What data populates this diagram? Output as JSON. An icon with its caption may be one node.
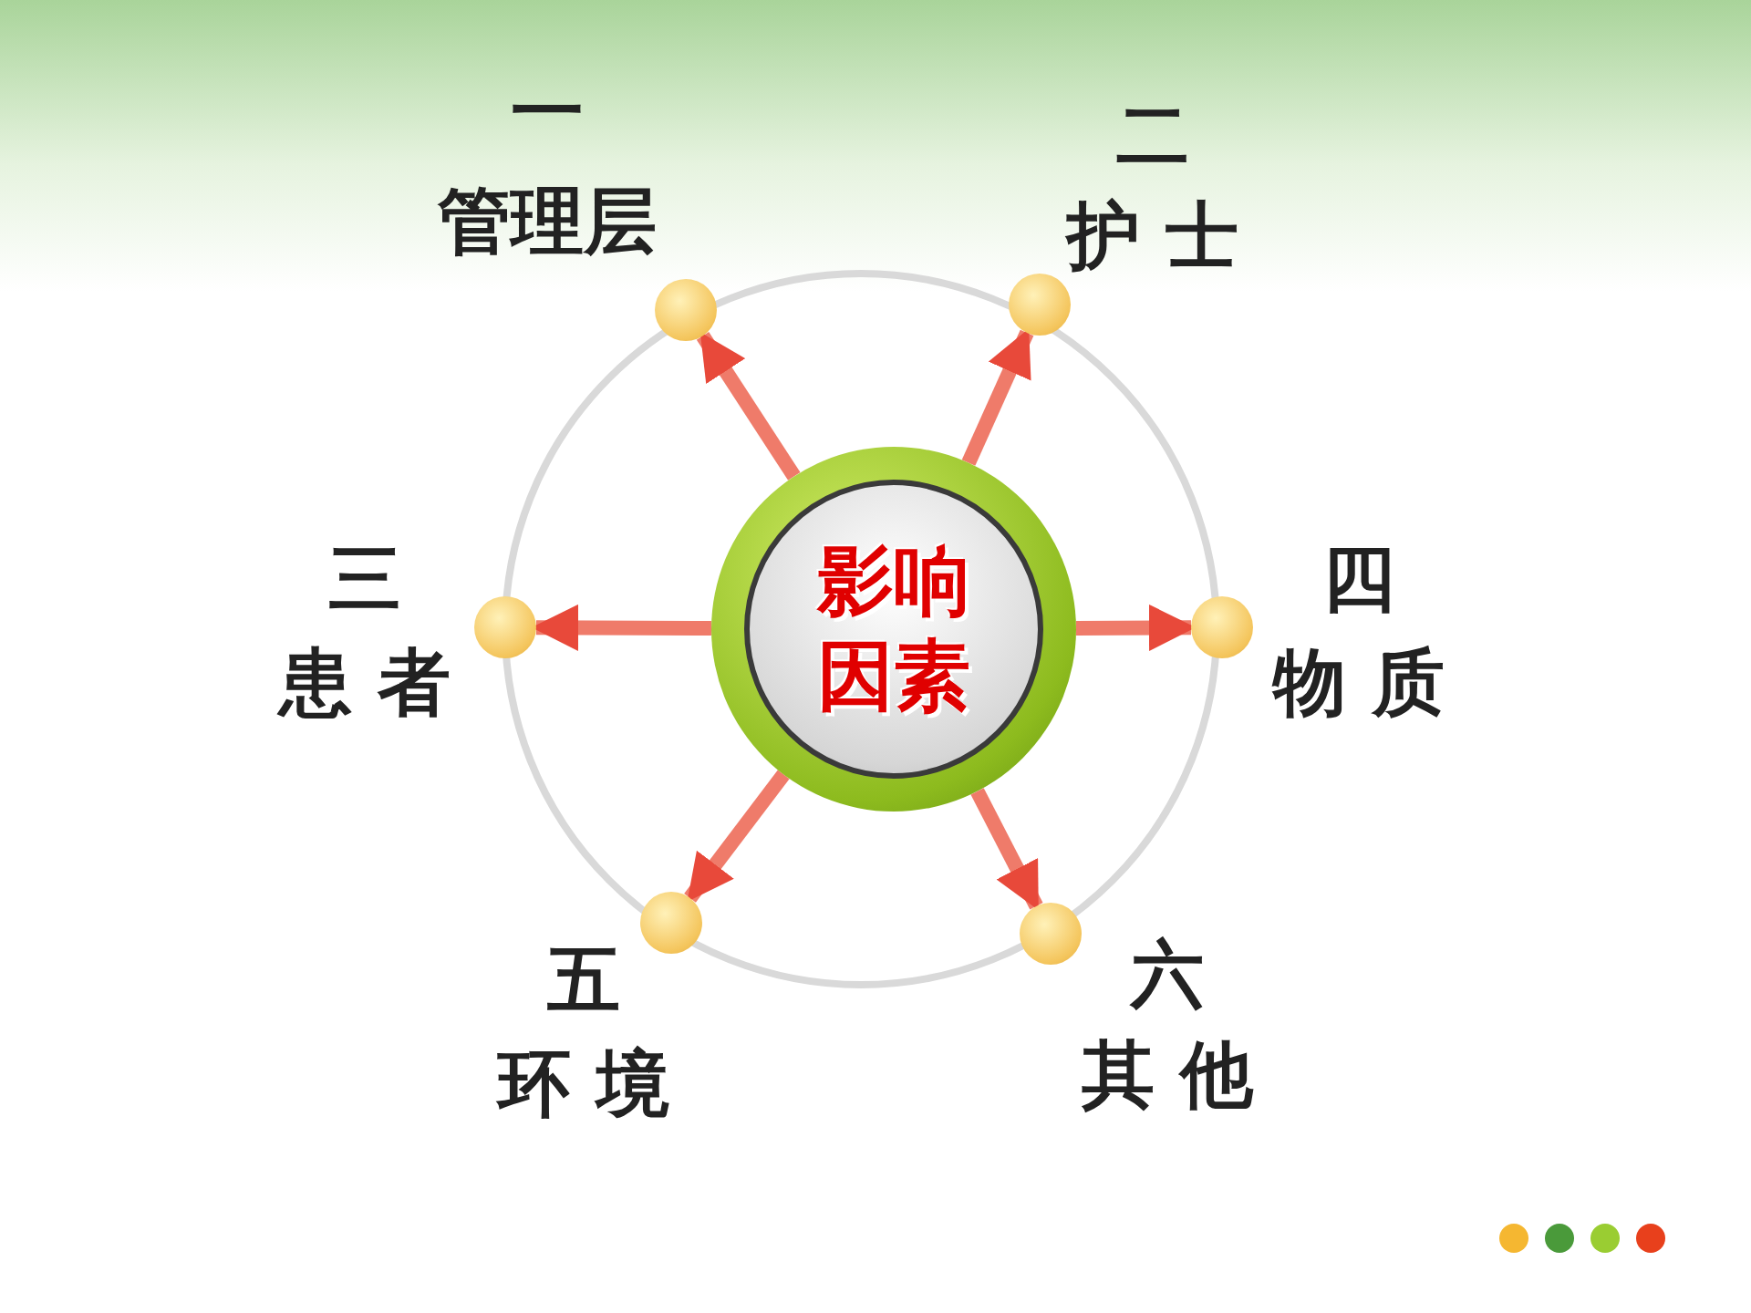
{
  "diagram": {
    "nodes": [
      {
        "text": [
          "影响因素"
        ]
      },
      {
        "text": [
          "一",
          "管理层"
        ]
      },
      {
        "text": [
          "二",
          "护 士"
        ]
      },
      {
        "text": [
          "三",
          "患 者"
        ]
      },
      {
        "text": [
          "四",
          "物 质"
        ]
      },
      {
        "text": [
          "五",
          "环 境"
        ]
      },
      {
        "text": [
          "六",
          "其 他"
        ]
      }
    ],
    "edges": [
      {
        "from": 0,
        "to": 1,
        "arrow": "to"
      },
      {
        "from": 0,
        "to": 2,
        "arrow": "to"
      },
      {
        "from": 0,
        "to": 3,
        "arrow": "to"
      },
      {
        "from": 0,
        "to": 4,
        "arrow": "to"
      },
      {
        "from": 0,
        "to": 5,
        "arrow": "to"
      },
      {
        "from": 0,
        "to": 6,
        "arrow": "to"
      }
    ]
  }
}
